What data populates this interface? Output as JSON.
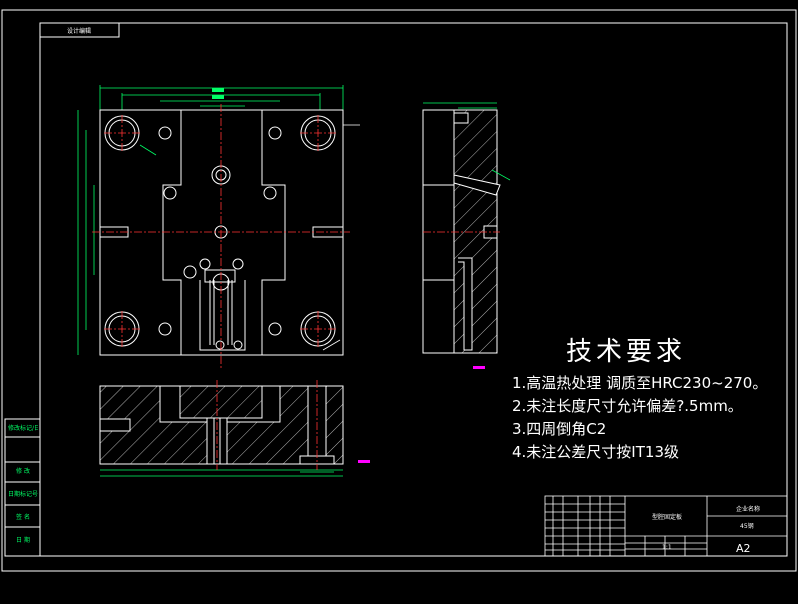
{
  "top_label": "设计编辑",
  "notes": {
    "title": "技术要求",
    "items": [
      "1.高温热处理  调质至HRC230~270。",
      "2.未注长度尺寸允许偏差?.5mm。",
      "3.四周倒角C2",
      "4.未注公差尺寸按IT13级"
    ]
  },
  "title_block": {
    "drawing_name": "型腔固定板",
    "school": "企业名称",
    "material": "45钢",
    "sheet_size": "A2",
    "scale_ratio": "1:1"
  },
  "side_strip": [
    "修改标记/日期",
    "修  改",
    "日期标记号",
    "签  名",
    "日  期"
  ],
  "colors": {
    "background": "#000000",
    "outline": "#ffffff",
    "dimension": "#00ff66",
    "centerline": "#ff3333",
    "hatch": "#ffffff",
    "magenta": "#ff00ff"
  }
}
